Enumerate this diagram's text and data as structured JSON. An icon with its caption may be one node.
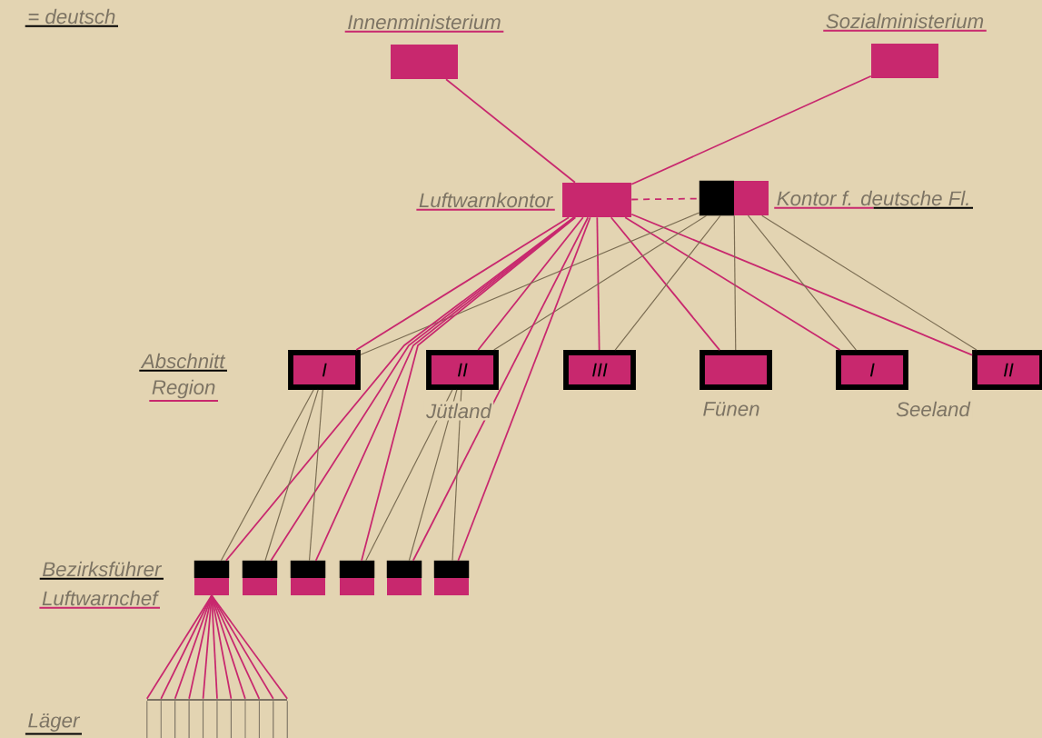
{
  "diagram": {
    "nodes": [
      {
        "text": [
          "Innenministerium"
        ]
      },
      {
        "text": [
          "Sozialministerium"
        ]
      },
      {
        "text": [
          "Luftwarnkontor"
        ]
      },
      {
        "text": [
          "Kontor f. deutsche Fl."
        ]
      },
      {
        "text": [
          "I"
        ]
      },
      {
        "text": [
          "II"
        ]
      },
      {
        "text": [
          "III"
        ]
      },
      {
        "text": [],
        "shape": "box"
      },
      {
        "text": [
          "I"
        ]
      },
      {
        "text": [
          "II"
        ]
      },
      {
        "text": [],
        "shape": "box"
      },
      {
        "text": [],
        "shape": "box"
      },
      {
        "text": [],
        "shape": "box"
      },
      {
        "text": [],
        "shape": "box"
      },
      {
        "text": [],
        "shape": "box"
      },
      {
        "text": [],
        "shape": "box"
      },
      {
        "text": [],
        "shape": "bar"
      }
    ],
    "edges": [
      {
        "from": 0,
        "to": 2,
        "arrow": "none"
      },
      {
        "from": 1,
        "to": 2,
        "arrow": "none"
      },
      {
        "from": 2,
        "to": 3,
        "arrow": "none",
        "style": "dashed"
      },
      {
        "from": 2,
        "to": 4,
        "arrow": "none"
      },
      {
        "from": 2,
        "to": 5,
        "arrow": "none"
      },
      {
        "from": 2,
        "to": 6,
        "arrow": "none"
      },
      {
        "from": 2,
        "to": 7,
        "arrow": "none"
      },
      {
        "from": 2,
        "to": 8,
        "arrow": "none"
      },
      {
        "from": 2,
        "to": 9,
        "arrow": "none"
      },
      {
        "from": 3,
        "to": 4,
        "arrow": "none",
        "color": "#7a6c52"
      },
      {
        "from": 3,
        "to": 5,
        "arrow": "none",
        "color": "#7a6c52"
      },
      {
        "from": 3,
        "to": 6,
        "arrow": "none",
        "color": "#7a6c52"
      },
      {
        "from": 3,
        "to": 7,
        "arrow": "none",
        "color": "#7a6c52"
      },
      {
        "from": 3,
        "to": 8,
        "arrow": "none",
        "color": "#7a6c52"
      },
      {
        "from": 3,
        "to": 9,
        "arrow": "none",
        "color": "#7a6c52"
      },
      {
        "from": 2,
        "to": 10,
        "arrow": "none"
      },
      {
        "from": 2,
        "to": 11,
        "arrow": "none"
      },
      {
        "from": 2,
        "to": 12,
        "arrow": "none"
      },
      {
        "from": 2,
        "to": 13,
        "arrow": "none"
      },
      {
        "from": 2,
        "to": 14,
        "arrow": "none"
      },
      {
        "from": 2,
        "to": 15,
        "arrow": "none"
      },
      {
        "from": 4,
        "to": 10,
        "arrow": "none",
        "color": "#7a6c52"
      },
      {
        "from": 4,
        "to": 11,
        "arrow": "none",
        "color": "#7a6c52"
      },
      {
        "from": 4,
        "to": 12,
        "arrow": "none",
        "color": "#7a6c52"
      },
      {
        "from": 5,
        "to": 13,
        "arrow": "none",
        "color": "#7a6c52"
      },
      {
        "from": 5,
        "to": 14,
        "arrow": "none",
        "color": "#7a6c52"
      },
      {
        "from": 5,
        "to": 15,
        "arrow": "none",
        "color": "#7a6c52"
      },
      {
        "from": 10,
        "to": 16,
        "arrow": "none"
      },
      {
        "from": 10,
        "to": 16,
        "arrow": "none"
      },
      {
        "from": 10,
        "to": 16,
        "arrow": "none"
      },
      {
        "from": 10,
        "to": 16,
        "arrow": "none"
      },
      {
        "from": 10,
        "to": 16,
        "arrow": "none"
      },
      {
        "from": 10,
        "to": 16,
        "arrow": "none"
      },
      {
        "from": 10,
        "to": 16,
        "arrow": "none"
      },
      {
        "from": 10,
        "to": 16,
        "arrow": "none"
      },
      {
        "from": 10,
        "to": 16,
        "arrow": "none"
      },
      {
        "from": 10,
        "to": 16,
        "arrow": "none"
      },
      {
        "from": 10,
        "to": 16,
        "arrow": "none"
      }
    ],
    "labels": [
      "= deutsch",
      "Abschnitt",
      "Region",
      "Jütland",
      "Fünen",
      "Seeland",
      "Bezirksführer",
      "Luftwarnchef",
      "Läger"
    ]
  }
}
